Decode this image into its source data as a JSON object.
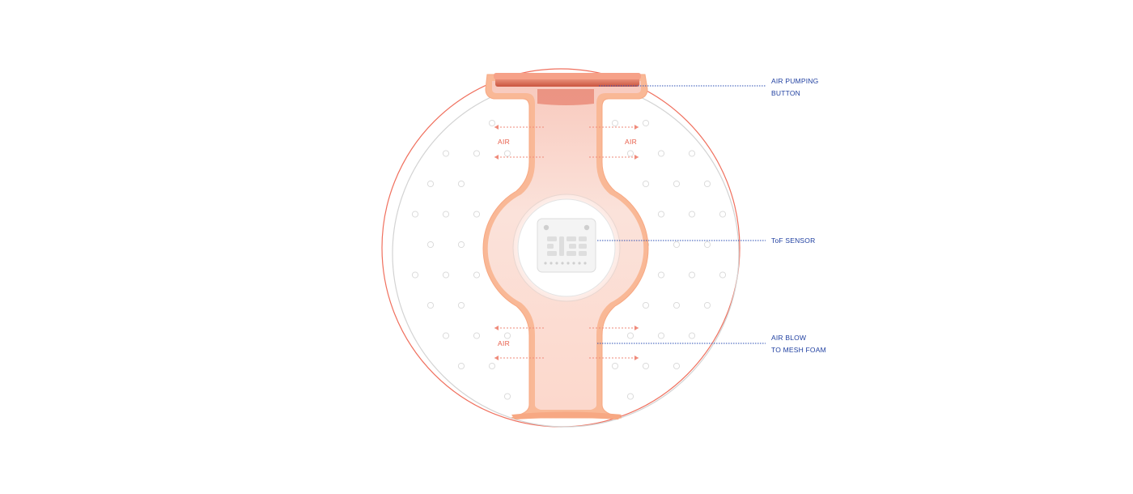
{
  "callouts": {
    "air_pumping_button": [
      "AIR PUMPING",
      "BUTTON"
    ],
    "tof_sensor": [
      "ToF SENSOR"
    ],
    "air_blow": [
      "AIR BLOW",
      "TO MESH FOAM"
    ]
  },
  "air_labels": {
    "top_left": "AIR",
    "top_right": "AIR",
    "bottom_left": "AIR"
  },
  "colors": {
    "outer_ring": "#f0705e",
    "inner_ring": "#d0d0d0",
    "strap": "#fbe3dc",
    "strap_edge": "#f7b48f",
    "air_arrows": "#ef8a7a",
    "callout_text": "#1f3fa0"
  },
  "icons": {
    "sensor": "tof-sensor-chip-icon"
  }
}
